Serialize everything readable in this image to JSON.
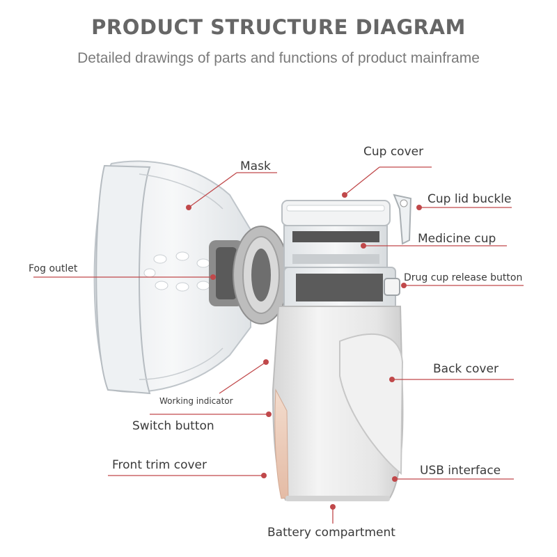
{
  "header": {
    "title": "PRODUCT STRUCTURE DIAGRAM",
    "subtitle": "Detailed drawings of parts and functions of product mainframe"
  },
  "colors": {
    "leader_line": "#c0484a",
    "title_text": "#666666",
    "label_text": "#3a3a3a",
    "device_body": "#ececec",
    "accent_trim": "#e9c7b5"
  },
  "callouts": {
    "mask": "Mask",
    "cup_cover": "Cup cover",
    "cup_lid_buckle": "Cup lid buckle",
    "medicine_cup": "Medicine cup",
    "fog_outlet": "Fog outlet",
    "drug_cup_release_button": "Drug cup release button",
    "back_cover": "Back cover",
    "working_indicator": "Working indicator",
    "switch_button": "Switch button",
    "front_trim_cover": "Front trim cover",
    "usb_interface": "USB interface",
    "battery_compartment": "Battery compartment"
  }
}
